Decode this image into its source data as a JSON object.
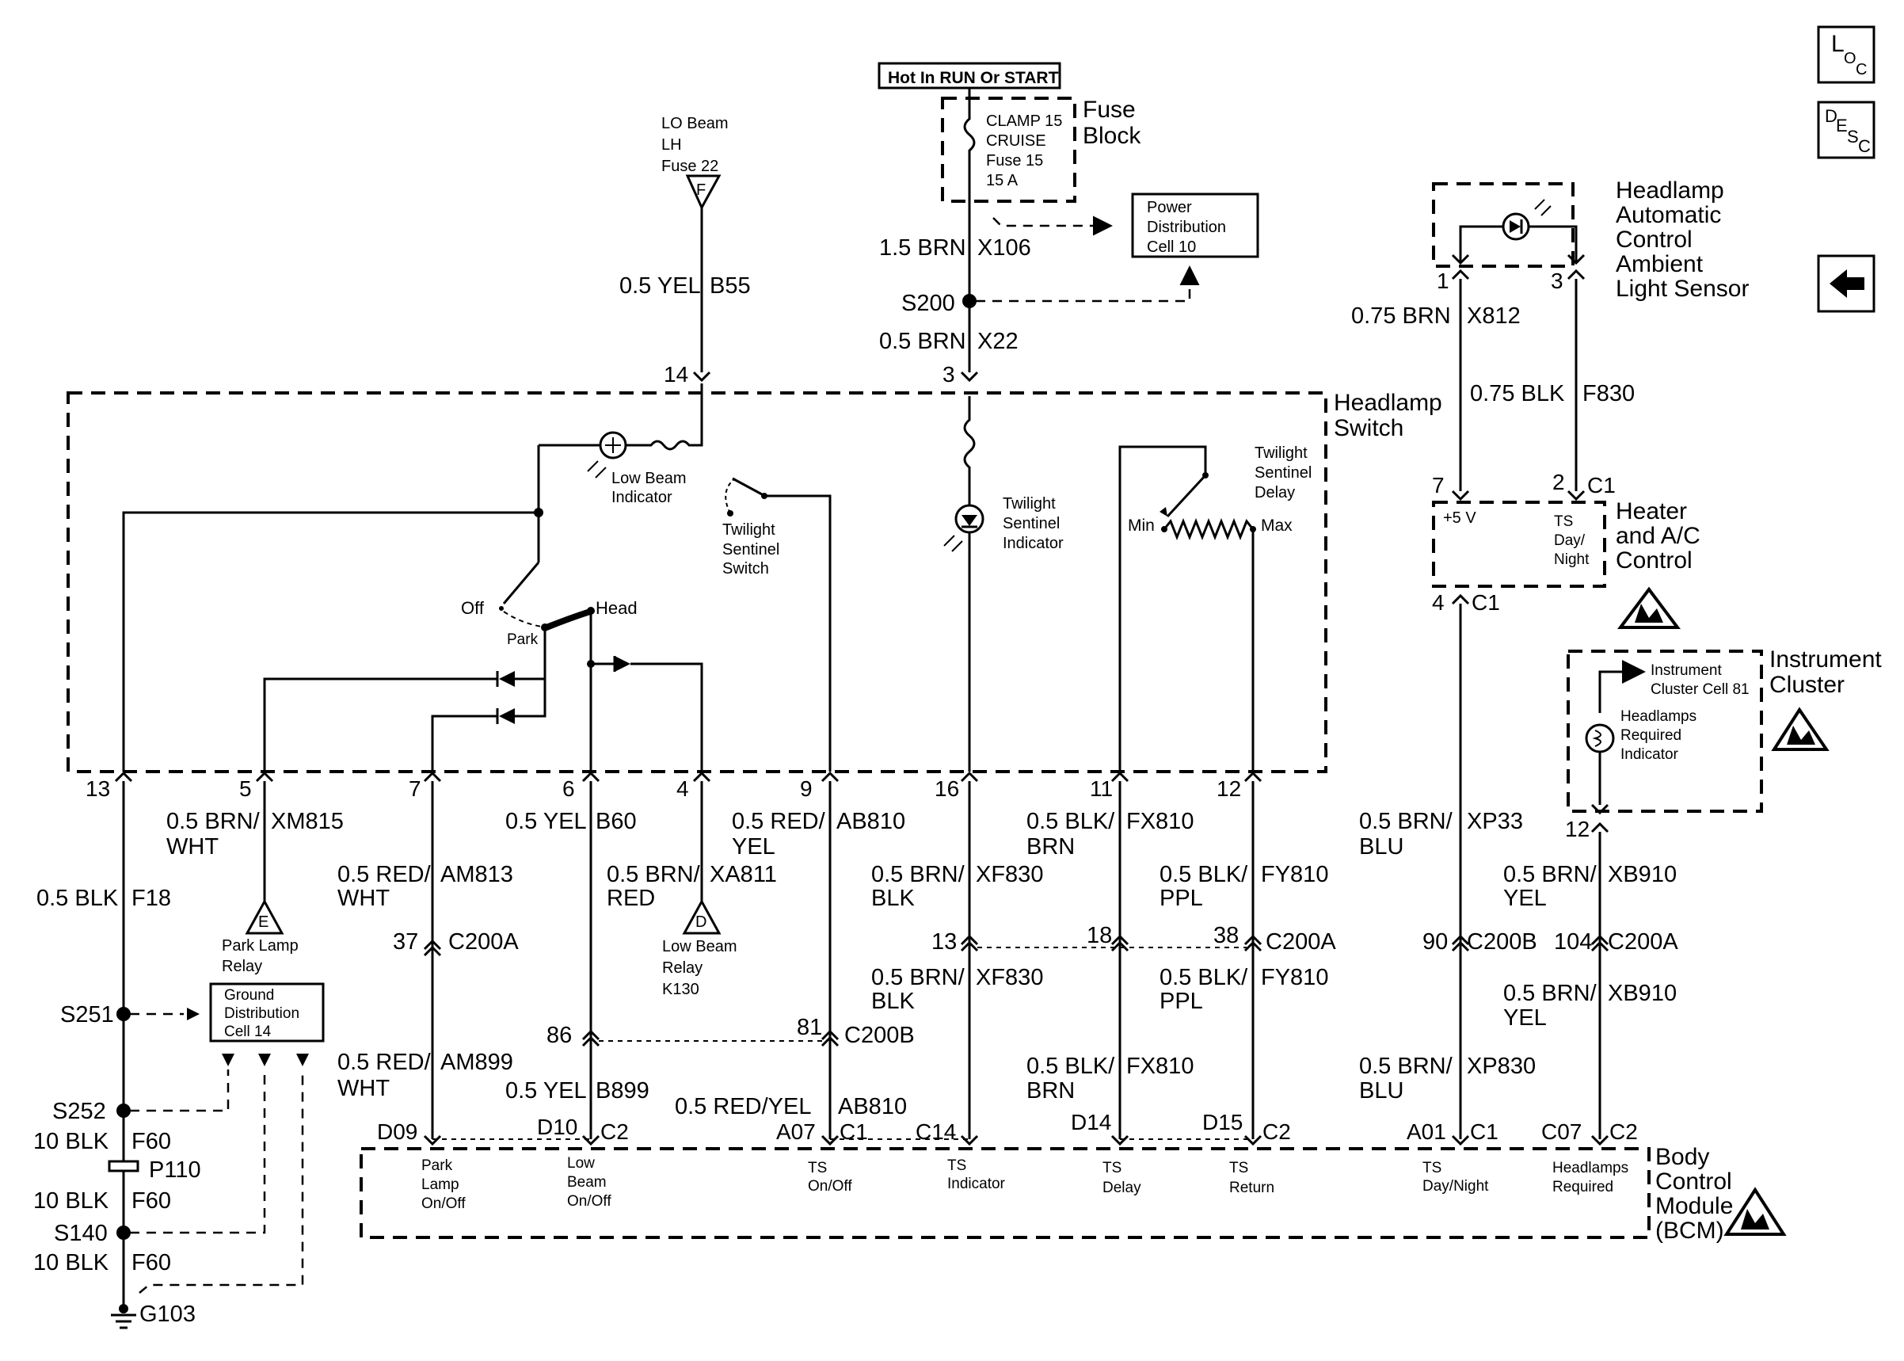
{
  "power": {
    "hot_label": "Hot In RUN Or START"
  },
  "fuse_block": {
    "title_1": "Fuse",
    "title_2": "Block",
    "fuse_1": "CLAMP 15",
    "fuse_2": "CRUISE",
    "fuse_3": "Fuse 15",
    "fuse_4": "15 A"
  },
  "power_distribution": {
    "line_1": "Power",
    "line_2": "Distribution",
    "line_3": "Cell 10"
  },
  "lo_beam_fuse": {
    "line_1": "LO Beam",
    "line_2": "LH",
    "line_3": "Fuse 22",
    "ref": "F"
  },
  "nav": {
    "loc_main": "L",
    "loc_sub": "O",
    "loc_sub2": "C",
    "desc_1": "D",
    "desc_2": "E",
    "desc_3": "S",
    "desc_4": "C"
  },
  "wires": {
    "w_b55_gauge": "0.5 YEL",
    "w_b55_circuit": "B55",
    "w_x106_gauge": "1.5 BRN",
    "w_x106_circuit": "X106",
    "s200": "S200",
    "w_x22_gauge": "0.5 BRN",
    "w_x22_circuit": "X22",
    "w_x812_gauge": "0.75 BRN",
    "w_x812_circuit": "X812",
    "w_f830_gauge": "0.75 BLK",
    "w_f830_circuit": "F830",
    "w_f18_gauge": "0.5 BLK",
    "w_f18_circuit": "F18",
    "w_xm815_gauge_1": "0.5 BRN/",
    "w_xm815_gauge_2": "WHT",
    "w_xm815_circuit": "XM815",
    "w_am813_gauge_1": "0.5 RED/",
    "w_am813_gauge_2": "WHT",
    "w_am813_circuit": "AM813",
    "w_b60_gauge": "0.5 YEL",
    "w_b60_circuit": "B60",
    "w_xa811_gauge_1": "0.5 BRN/",
    "w_xa811_gauge_2": "RED",
    "w_xa811_circuit": "XA811",
    "w_ab810_gauge_1": "0.5 RED/",
    "w_ab810_gauge_2": "YEL",
    "w_ab810_circuit": "AB810",
    "w_xf830_gauge_1": "0.5 BRN/",
    "w_xf830_gauge_2": "BLK",
    "w_xf830_circuit": "XF830",
    "w_fx810_gauge_1": "0.5 BLK/",
    "w_fx810_gauge_2": "BRN",
    "w_fx810_circuit": "FX810",
    "w_fy810_gauge_1": "0.5 BLK/",
    "w_fy810_gauge_2": "PPL",
    "w_fy810_circuit": "FY810",
    "w_xp33_gauge_1": "0.5 BRN/",
    "w_xp33_gauge_2": "BLU",
    "w_xp33_circuit": "XP33",
    "w_xb910_gauge_1": "0.5 BRN/",
    "w_xb910_gauge_2": "YEL",
    "w_xb910_circuit": "XB910",
    "w_am899_gauge_1": "0.5 RED/",
    "w_am899_gauge_2": "WHT",
    "w_am899_circuit": "AM899",
    "w_b899_gauge": "0.5 YEL",
    "w_b899_circuit": "B899",
    "w_ab810b_gauge": "0.5 RED/YEL",
    "w_ab810b_circuit": "AB810",
    "w_xp830_gauge_1": "0.5 BRN/",
    "w_xp830_gauge_2": "BLU",
    "w_xp830_circuit": "XP830",
    "w_f60_gauge": "10 BLK",
    "w_f60_circuit": "F60"
  },
  "splices": {
    "s251": "S251",
    "s252": "S252",
    "s140": "S140",
    "p110": "P110",
    "g103": "G103"
  },
  "ground_distribution": {
    "line_1": "Ground",
    "line_2": "Distribution",
    "line_3": "Cell 14"
  },
  "headlamp_switch": {
    "title_1": "Headlamp",
    "title_2": "Switch",
    "pins": {
      "p14": "14",
      "p3": "3",
      "p13": "13",
      "p5": "5",
      "p7": "7",
      "p6": "6",
      "p4": "4",
      "p9": "9",
      "p16": "16",
      "p11": "11",
      "p12": "12"
    },
    "low_beam_indicator_1": "Low Beam",
    "low_beam_indicator_2": "Indicator",
    "twilight_switch_1": "Twilight",
    "twilight_switch_2": "Sentinel",
    "twilight_switch_3": "Switch",
    "twilight_indicator_1": "Twilight",
    "twilight_indicator_2": "Sentinel",
    "twilight_indicator_3": "Indicator",
    "twilight_delay_1": "Twilight",
    "twilight_delay_2": "Sentinel",
    "twilight_delay_3": "Delay",
    "min": "Min",
    "max": "Max",
    "off": "Off",
    "park": "Park",
    "head": "Head"
  },
  "sensor": {
    "title_1": "Headlamp",
    "title_2": "Automatic",
    "title_3": "Control",
    "title_4": "Ambient",
    "title_5": "Light Sensor",
    "pin_1": "1",
    "pin_3": "3"
  },
  "hvac": {
    "title_1": "Heater",
    "title_2": "and A/C",
    "title_3": "Control",
    "pin_7": "7",
    "pin_2": "2",
    "pin_4": "4",
    "c1": "C1",
    "c1b": "C1",
    "plus5v": "+5 V",
    "ts_1": "TS",
    "ts_2": "Day/",
    "ts_3": "Night"
  },
  "cluster": {
    "title_1": "Instrument",
    "title_2": "Cluster",
    "ref_1": "Instrument",
    "ref_2": "Cluster Cell 81",
    "ind_1": "Headlamps",
    "ind_2": "Required",
    "ind_3": "Indicator",
    "pin_12": "12"
  },
  "relays": {
    "park_ref": "E",
    "park_1": "Park Lamp",
    "park_2": "Relay",
    "low_ref": "D",
    "low_1": "Low Beam",
    "low_2": "Relay",
    "low_3": "K130"
  },
  "connectors": {
    "c200a_37": "37",
    "c200a": "C200A",
    "c200b_86": "86",
    "c200b_81": "81",
    "c200b": "C200B",
    "c_13": "13",
    "c_18": "18",
    "c_38": "38",
    "c200a_b": "C200A",
    "c_90": "90",
    "c200b_b": "C200B",
    "c_104": "104",
    "c200a_c": "C200A"
  },
  "bcm": {
    "title_1": "Body",
    "title_2": "Control",
    "title_3": "Module",
    "title_4": "(BCM)",
    "pins": [
      "D09",
      "D10",
      "C2",
      "A07",
      "C1",
      "C14",
      "D14",
      "D15",
      "C2",
      "A01",
      "C1",
      "C07",
      "C2"
    ],
    "l_park_1": "Park",
    "l_park_2": "Lamp",
    "l_park_3": "On/Off",
    "l_low_1": "Low",
    "l_low_2": "Beam",
    "l_low_3": "On/Off",
    "l_tsoo_1": "TS",
    "l_tsoo_2": "On/Off",
    "l_tsi_1": "TS",
    "l_tsi_2": "Indicator",
    "l_tsd_1": "TS",
    "l_tsd_2": "Delay",
    "l_tsr_1": "TS",
    "l_tsr_2": "Return",
    "l_tsdn_1": "TS",
    "l_tsdn_2": "Day/Night",
    "l_hr_1": "Headlamps",
    "l_hr_2": "Required"
  }
}
